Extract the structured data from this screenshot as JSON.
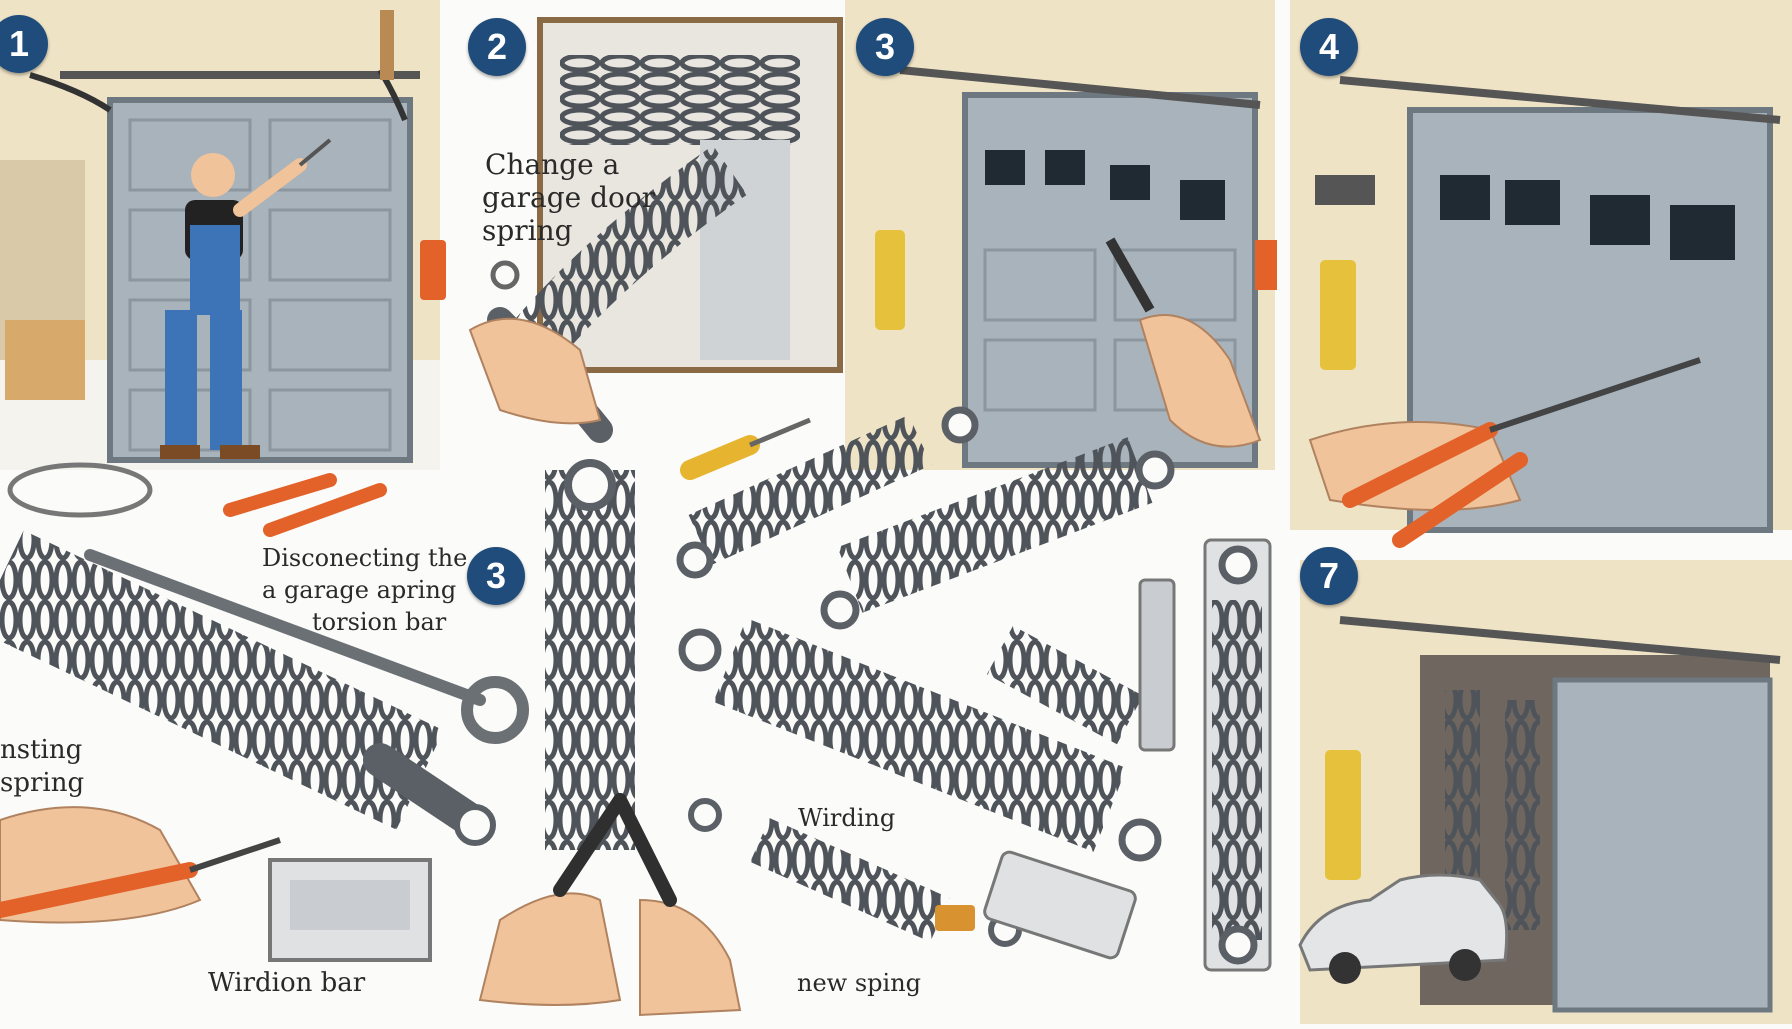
{
  "badges": [
    "1",
    "2",
    "3",
    "4",
    "3",
    "7"
  ],
  "captions": {
    "change_line1": "Change  a",
    "change_line2": "garage door",
    "change_line3": "spring",
    "disconnect_line1": "Disconecting the",
    "disconnect_line2": "a garage apring",
    "disconnect_line3": "torsion bar",
    "install_line1": "nsting",
    "install_line2": "spring",
    "winding": "Wirding",
    "winding_bar": "Wirdion bar",
    "new_spring": "new sping"
  },
  "colors": {
    "wall": "#efe3c6",
    "door": "#a9b3bb",
    "door_trim": "#6e7881",
    "floor": "#f4f3ee",
    "spring": "#5b6066",
    "handle_orange": "#e2622a",
    "handle_dark": "#2f2f2f",
    "skin": "#f0c39b",
    "overalls": "#3d74b8",
    "badge": "#1f4c7a"
  }
}
